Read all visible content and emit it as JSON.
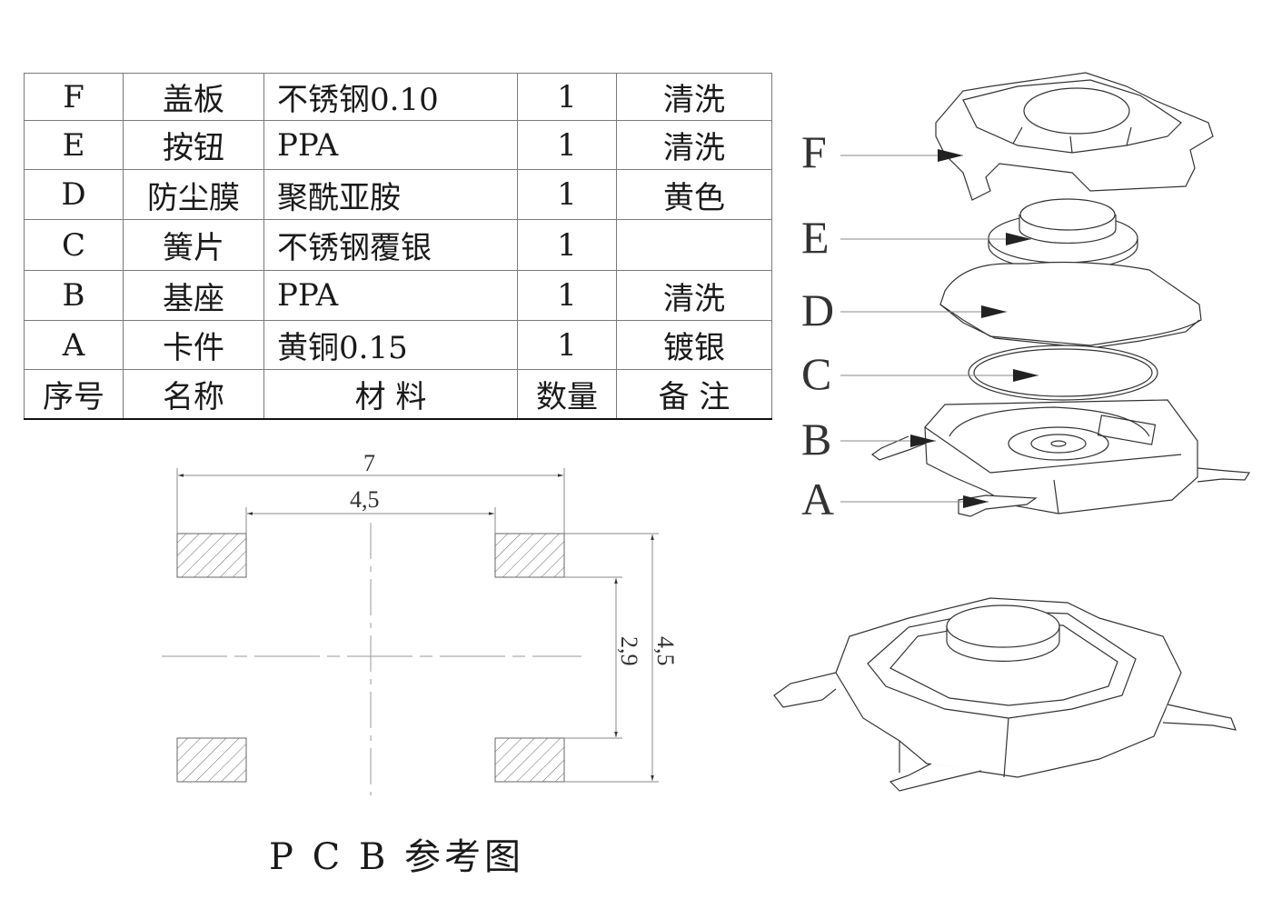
{
  "bom_table": {
    "headers": [
      "序号",
      "名称",
      "材 料",
      "数量",
      "备 注"
    ],
    "rows": [
      {
        "id": "F",
        "name": "盖板",
        "material": "不锈钢0.10",
        "qty": "1",
        "note": "清洗"
      },
      {
        "id": "E",
        "name": "按钮",
        "material": "PPA",
        "qty": "1",
        "note": "清洗"
      },
      {
        "id": "D",
        "name": "防尘膜",
        "material": "聚酰亚胺",
        "qty": "1",
        "note": "黄色"
      },
      {
        "id": "C",
        "name": "簧片",
        "material": "不锈钢覆银",
        "qty": "1",
        "note": ""
      },
      {
        "id": "B",
        "name": "基座",
        "material": "PPA",
        "qty": "1",
        "note": "清洗"
      },
      {
        "id": "A",
        "name": "卡件",
        "material": "黄铜0.15",
        "qty": "1",
        "note": "镀银"
      }
    ]
  },
  "pcb_footprint": {
    "title": "P C B 参考图",
    "dimensions": {
      "overall_width": "7",
      "inner_width": "4,5",
      "inner_height": "2,9",
      "overall_height": "4,5"
    },
    "pad_count": 4
  },
  "exploded_view": {
    "labels": [
      "F",
      "E",
      "D",
      "C",
      "B",
      "A"
    ]
  },
  "colors": {
    "line": "#333333",
    "hatch": "#666666",
    "dim_line": "#8a8a8a"
  }
}
